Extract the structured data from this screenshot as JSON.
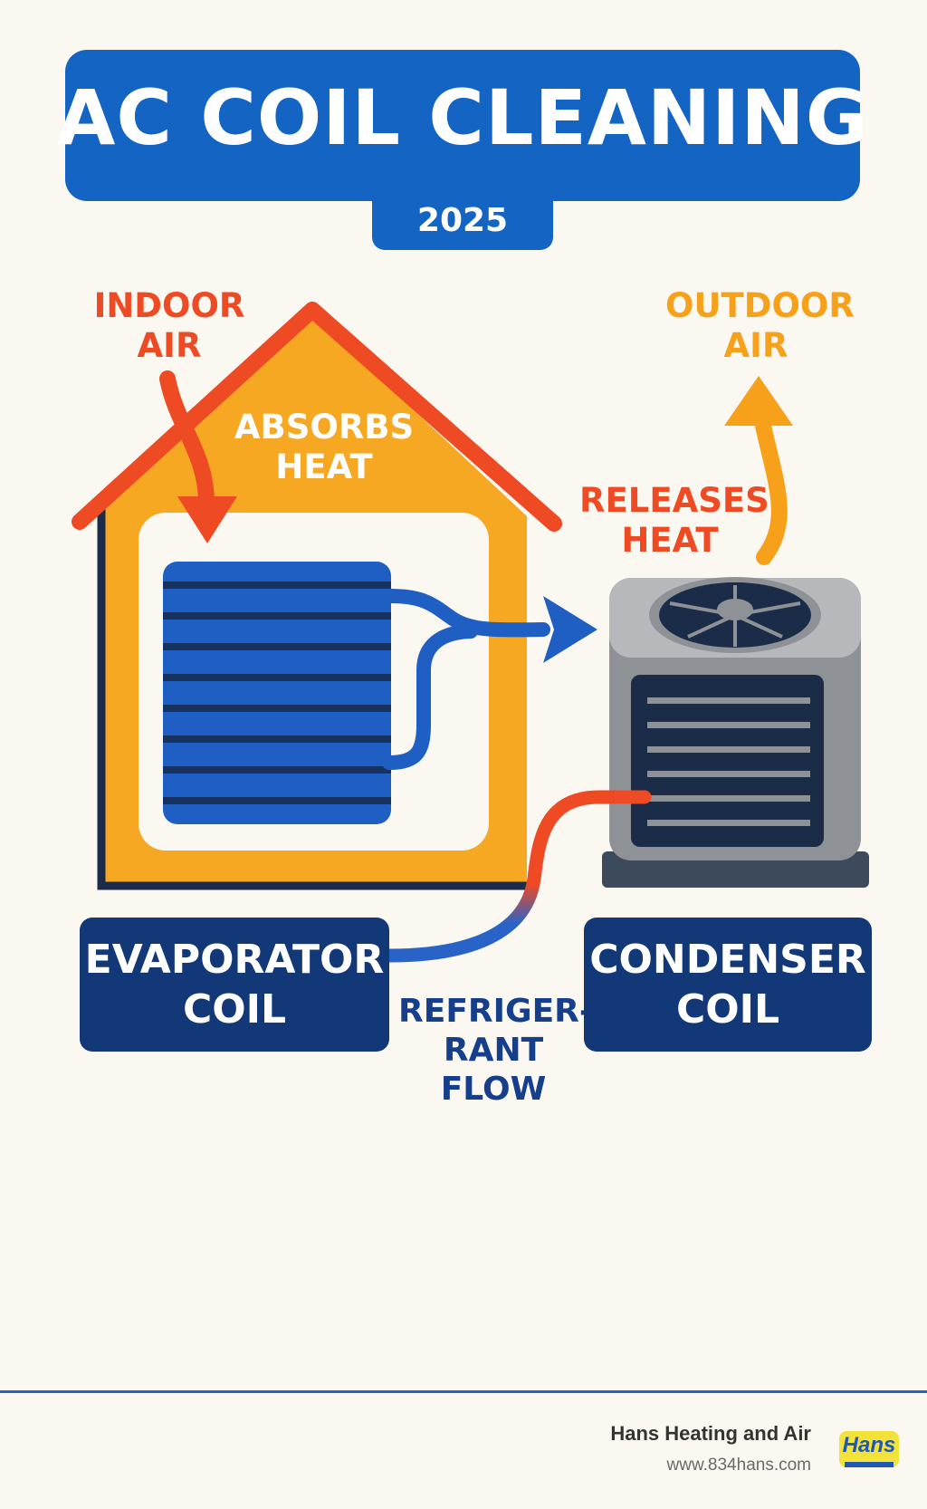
{
  "title": "AC COIL CLEANING",
  "year": "2025",
  "labels": {
    "indoor_air": [
      "INDOOR",
      "AIR"
    ],
    "outdoor_air": [
      "OUTDOOR",
      "AIR"
    ],
    "absorbs_heat": [
      "ABSORBS",
      "HEAT"
    ],
    "releases_heat": [
      "RELEASES",
      "HEAT"
    ],
    "refrigerant_flow": [
      "REFRIGER-",
      "RANT",
      "FLOW"
    ]
  },
  "coils": {
    "evaporator": [
      "EVAPORATOR",
      "COIL"
    ],
    "condenser": [
      "CONDENSER",
      "COIL"
    ]
  },
  "footer": {
    "company": "Hans Heating and Air",
    "url": "www.834hans.com",
    "logo_text": "Hans"
  },
  "colors": {
    "brand_blue": "#1464c3",
    "navy": "#123877",
    "hot_red": "#ee4a24",
    "warm_orange": "#f7a11a",
    "house_fill": "#f7a823",
    "coil_blue": "#1f5fc4",
    "unit_gray": "#8e9195",
    "background": "#fbf8f1"
  },
  "icons": [
    "house-icon",
    "evaporator-coil-icon",
    "condenser-unit-icon",
    "fan-icon",
    "indoor-air-arrow-icon",
    "outdoor-air-arrow-icon",
    "flow-arrow-icon",
    "refrigerant-line-icon",
    "hans-logo"
  ]
}
